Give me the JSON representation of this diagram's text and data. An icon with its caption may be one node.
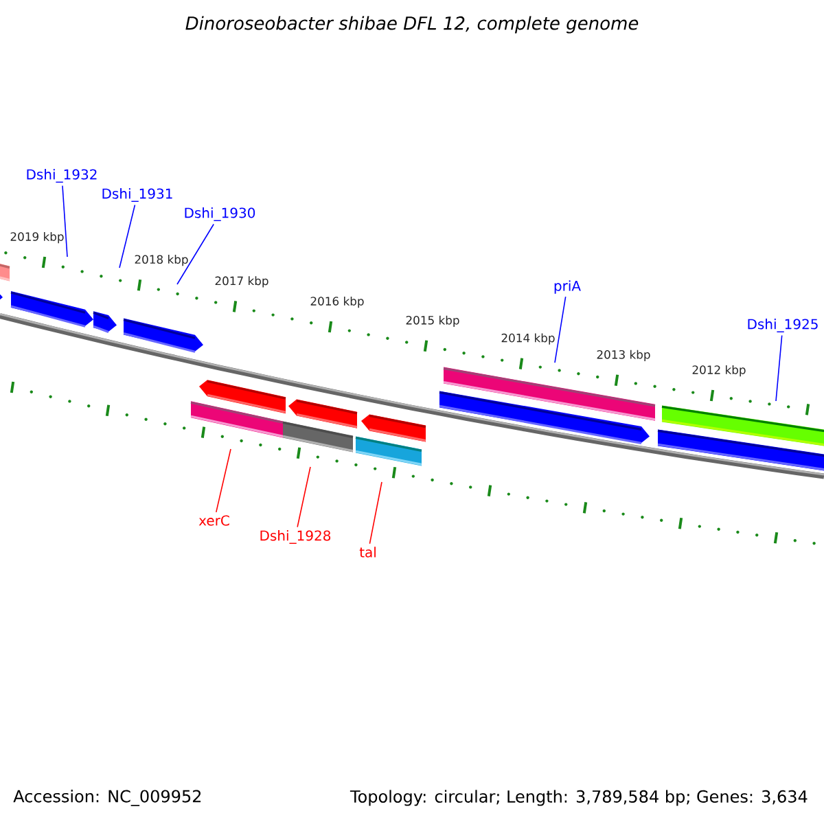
{
  "diagram": {
    "title": "Dinoroseobacter shibae DFL 12, complete genome",
    "nodes": [
      {
        "text": [
          "Dshi_1932"
        ]
      },
      {
        "text": [
          "Dshi_1931"
        ]
      },
      {
        "text": [
          "Dshi_1930"
        ]
      },
      {
        "text": [
          "priA"
        ]
      },
      {
        "text": [
          "Dshi_1925"
        ]
      },
      {
        "text": [
          "xerC"
        ]
      },
      {
        "text": [
          "Dshi_1928"
        ]
      },
      {
        "text": [
          "tal"
        ]
      }
    ],
    "edges": [
      {
        "from": 0,
        "to": null,
        "arrow": "none"
      },
      {
        "from": 1,
        "to": null,
        "arrow": "none"
      },
      {
        "from": 2,
        "to": null,
        "arrow": "none"
      },
      {
        "from": 3,
        "to": null,
        "arrow": "none"
      },
      {
        "from": 4,
        "to": null,
        "arrow": "none"
      },
      {
        "from": 5,
        "to": null,
        "arrow": "none",
        "color": "#ff0000"
      },
      {
        "from": 6,
        "to": null,
        "arrow": "none",
        "color": "#ff0000"
      },
      {
        "from": 7,
        "to": null,
        "arrow": "none",
        "color": "#ff0000"
      }
    ],
    "labels": [
      "2019 kbp",
      "2018 kbp",
      "2017 kbp",
      "2016 kbp",
      "2015 kbp",
      "2014 kbp",
      "2013 kbp",
      "2012 kbp",
      "Accession: NC_009952",
      "Topology: circular; Length: 3,789,584 bp; Genes: 3,634"
    ]
  }
}
